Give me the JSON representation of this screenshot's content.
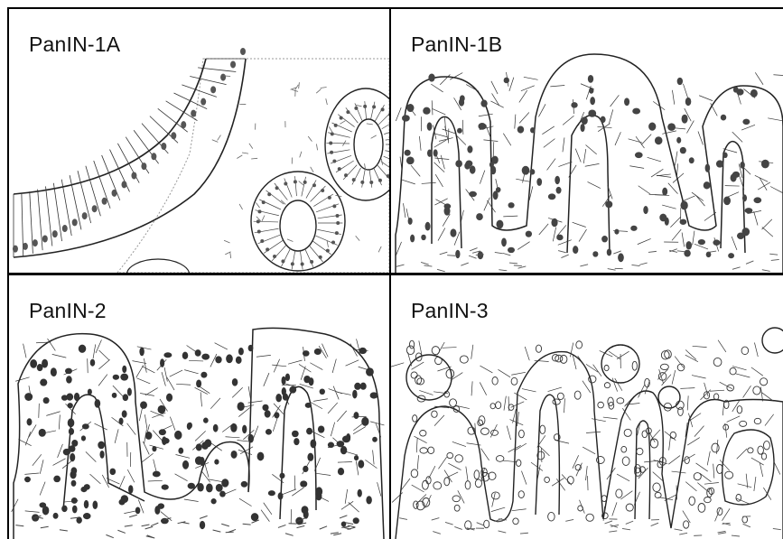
{
  "figure": {
    "panels": [
      {
        "id": "panin-1a",
        "label": "PanIN-1A"
      },
      {
        "id": "panin-1b",
        "label": "PanIN-1B"
      },
      {
        "id": "panin-2",
        "label": "PanIN-2"
      },
      {
        "id": "panin-3",
        "label": "PanIN-3"
      }
    ]
  }
}
